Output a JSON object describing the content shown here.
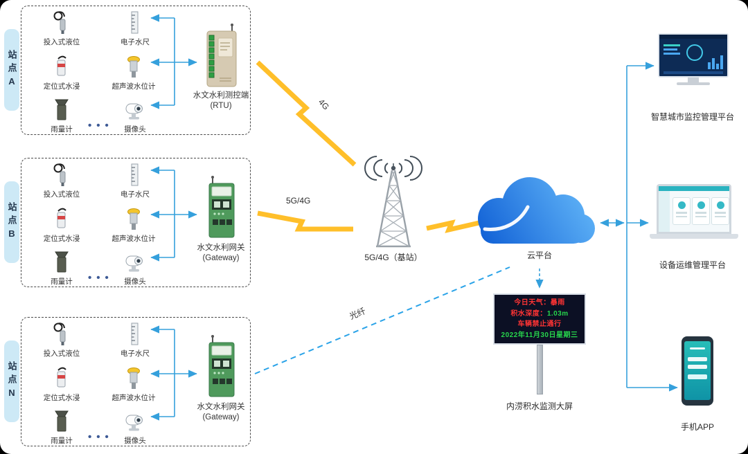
{
  "stations": [
    {
      "label": "站点A",
      "sensors": [
        "投入式液位",
        "电子水尺",
        "定位式水浸",
        "超声波水位计",
        "雨量计",
        "摄像头"
      ],
      "more": "•••",
      "device_name": "水文水利测控端",
      "device_sub": "(RTU)"
    },
    {
      "label": "站点B",
      "sensors": [
        "投入式液位",
        "电子水尺",
        "定位式水浸",
        "超声波水位计",
        "雨量计",
        "摄像头"
      ],
      "more": "•••",
      "device_name": "水文水利网关",
      "device_sub": "(Gateway)"
    },
    {
      "label": "站点N",
      "sensors": [
        "投入式液位",
        "电子水尺",
        "定位式水浸",
        "超声波水位计",
        "雨量计",
        "摄像头"
      ],
      "more": "•••",
      "device_name": "水文水利网关",
      "device_sub": "(Gateway)"
    }
  ],
  "network": {
    "link_a": "4G",
    "link_b": "5G/4G",
    "tower": "5G/4G（基站）",
    "fiber": "光纤",
    "cloud": "云平台"
  },
  "led_sign": {
    "line1": "今日天气：暴雨",
    "line2_label": "积水深度：",
    "line2_value": "1.03m",
    "line3": "车辆禁止通行",
    "line4": "2022年11月30日星期三",
    "caption": "内涝积水监测大屏"
  },
  "outputs": [
    {
      "label": "智慧城市监控管理平台"
    },
    {
      "label": "设备运维管理平台"
    },
    {
      "label": "手机APP"
    }
  ],
  "colors": {
    "accent": "#35a0dc",
    "lightning": "#ffbf2a",
    "cloud_dark": "#1161d6",
    "cloud_light": "#64b8f9",
    "led_red": "#ff3434",
    "led_green": "#27d64c",
    "station_pill": "#cde9f6"
  }
}
